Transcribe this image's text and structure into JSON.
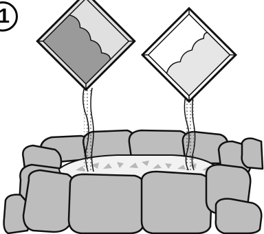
{
  "step": {
    "label": "1"
  },
  "illustration": {
    "bags": [
      {
        "name": "dark-gravel-bag",
        "fill_color": "#9a9a9a"
      },
      {
        "name": "light-sand-bag",
        "fill_color": "#e6e6e6"
      }
    ],
    "rock_color": "#bdbdbd",
    "bed_fill_color": "#f2f2f2",
    "outline_color": "#111111"
  }
}
